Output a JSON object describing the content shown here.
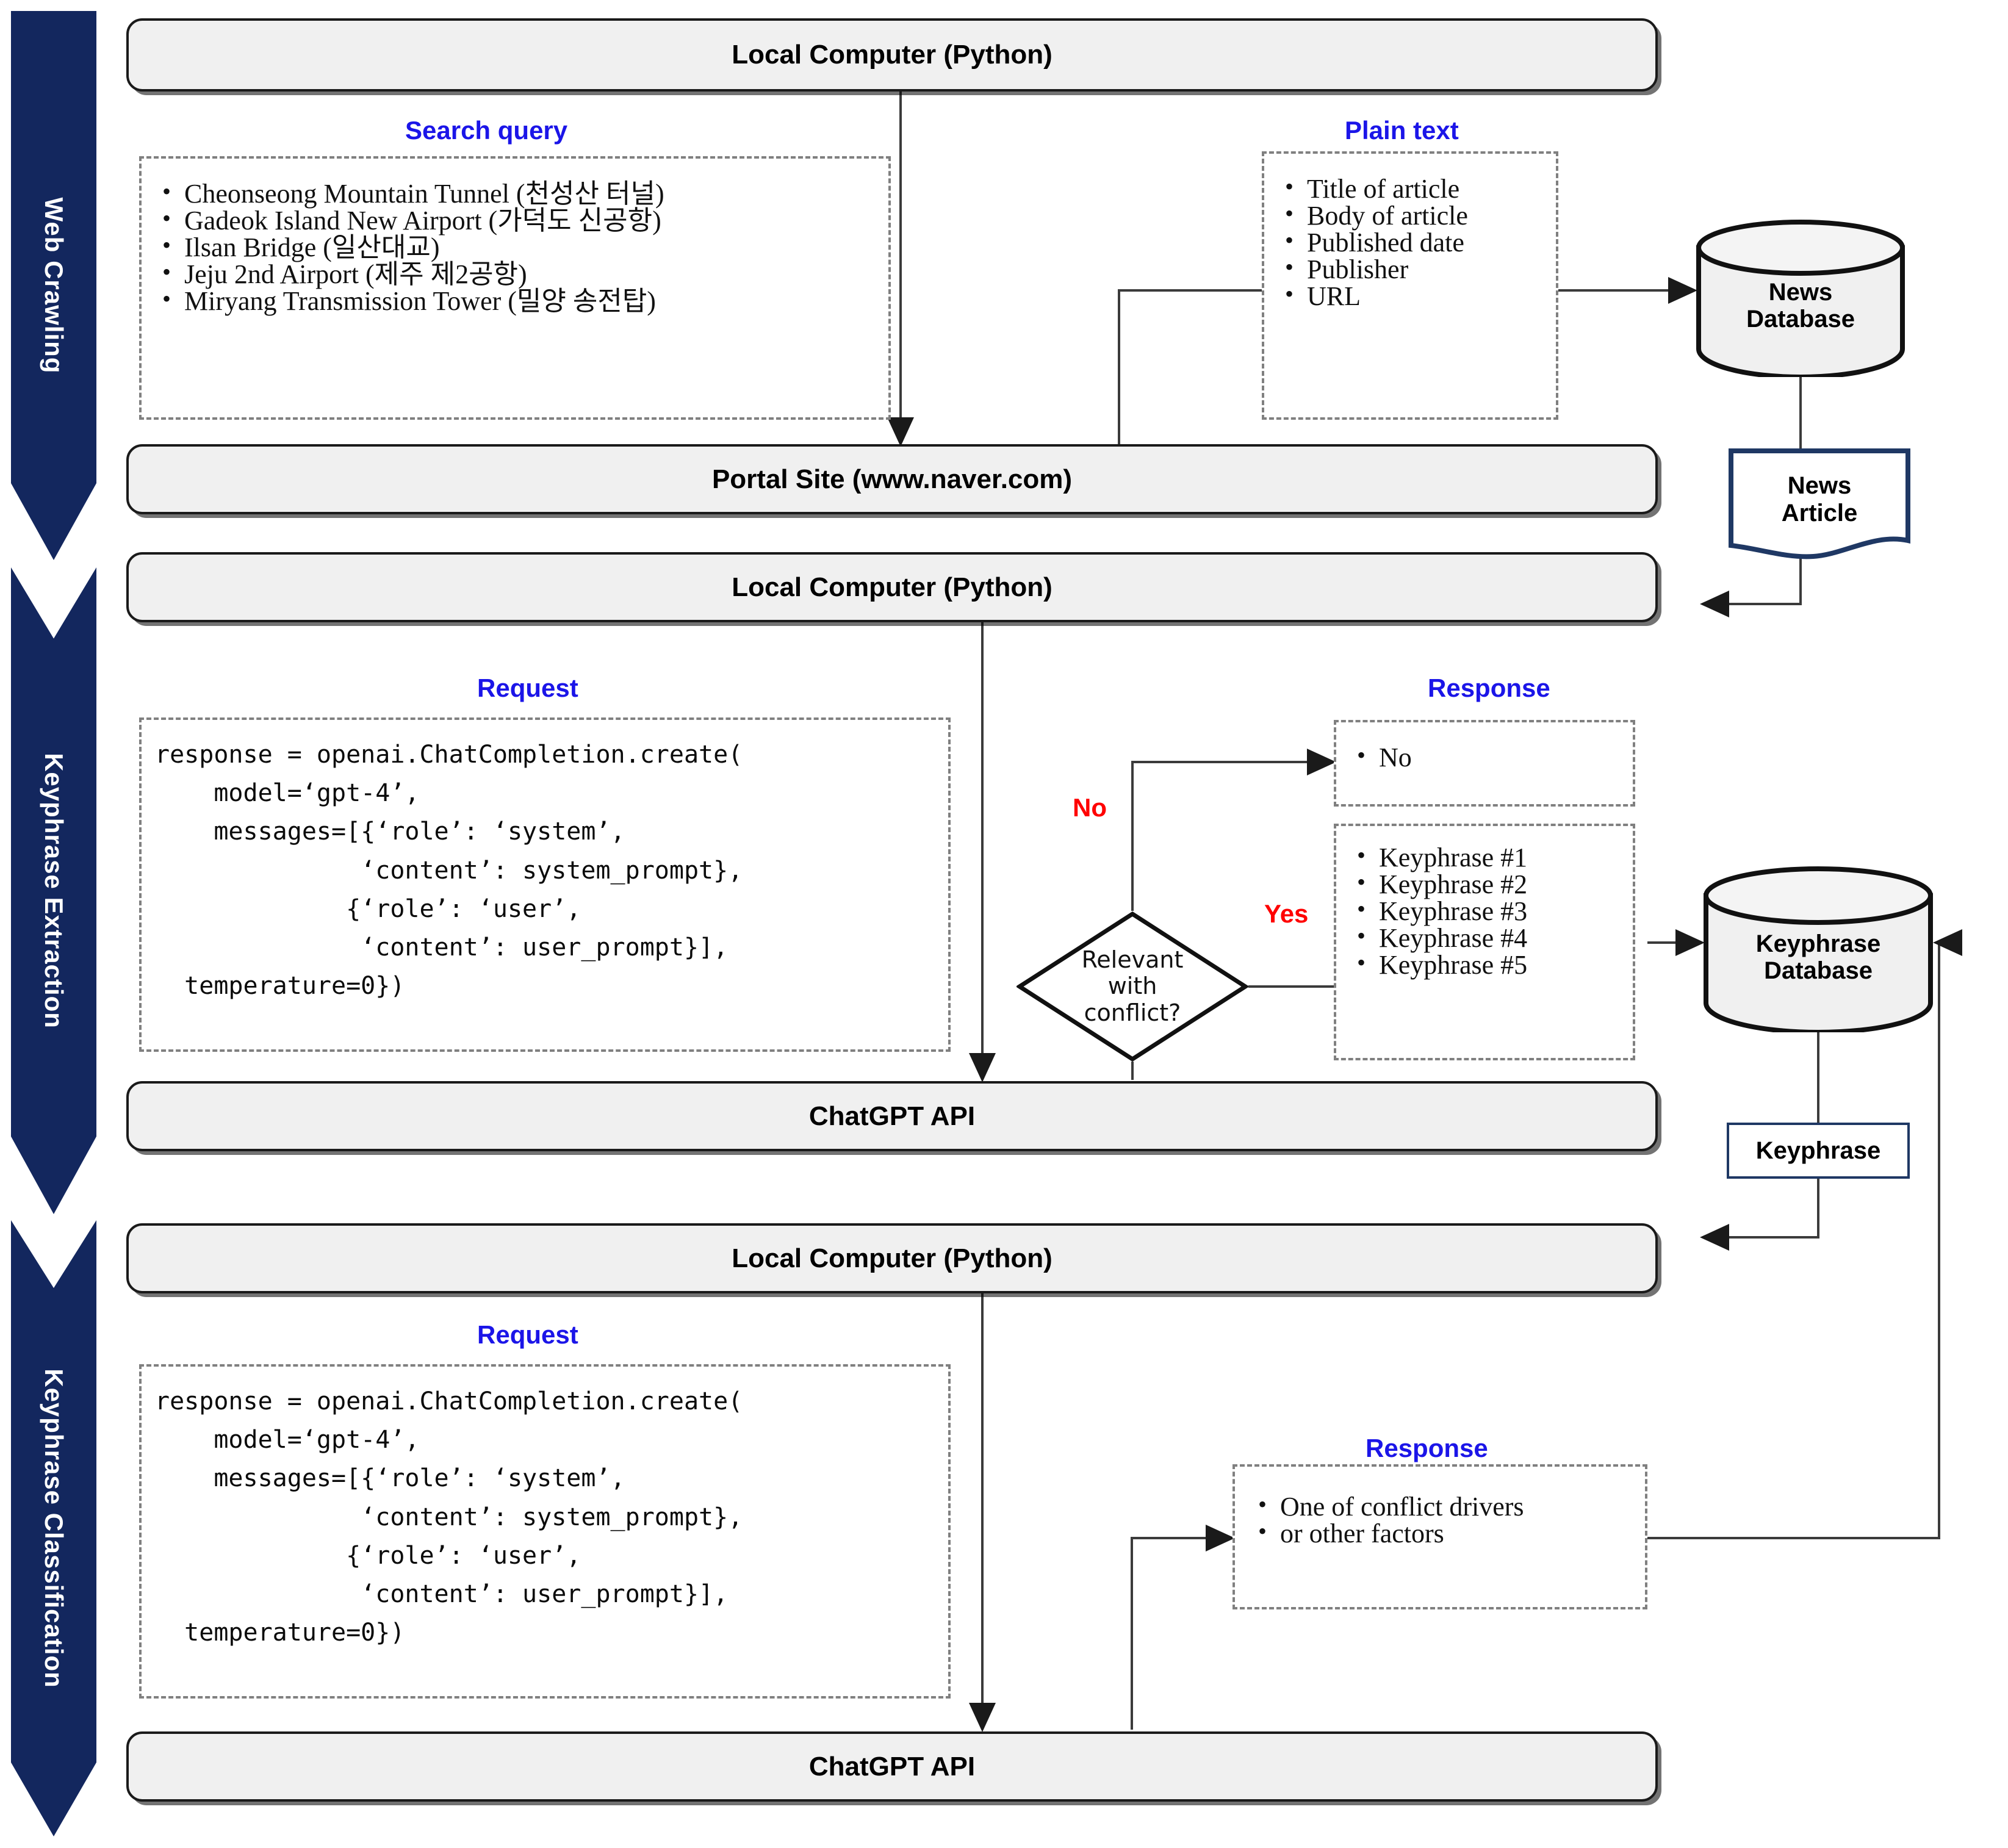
{
  "phases": [
    {
      "label": "Web Crawling"
    },
    {
      "label": "Keyphrase Extraction"
    },
    {
      "label": "Keyphrase Classification"
    }
  ],
  "nodes": {
    "local_computer_1": "Local Computer (Python)",
    "portal_site": "Portal Site (www.naver.com)",
    "local_computer_2": "Local Computer (Python)",
    "chatgpt_api_1": "ChatGPT API",
    "local_computer_3": "Local Computer (Python)",
    "chatgpt_api_2": "ChatGPT API",
    "news_database": "News\nDatabase",
    "news_database_line1": "News",
    "news_database_line2": "Database",
    "keyphrase_database_line1": "Keyphrase",
    "keyphrase_database_line2": "Database",
    "news_article_line1": "News",
    "news_article_line2": "Article",
    "keyphrase_artifact": "Keyphrase",
    "decision_line1": "Relevant",
    "decision_line2": "with",
    "decision_line3": "conflict?"
  },
  "captions": {
    "search_query": "Search query",
    "plain_text": "Plain text",
    "request_1": "Request",
    "response_1": "Response",
    "request_2": "Request",
    "response_2": "Response"
  },
  "decision_labels": {
    "no": "No",
    "yes": "Yes"
  },
  "search_query_items": [
    "Cheonseong Mountain Tunnel (천성산 터널)",
    "Gadeok Island New Airport (가덕도 신공항)",
    "Ilsan Bridge (일산대교)",
    "Jeju 2nd Airport (제주 제2공항)",
    "Miryang Transmission Tower (밀양 송전탑)"
  ],
  "plain_text_items": [
    "Title of article",
    "Body of article",
    "Published date",
    "Publisher",
    "URL"
  ],
  "response_no_items": [
    "No"
  ],
  "keyphrase_items": [
    "Keyphrase  #1",
    "Keyphrase  #2",
    "Keyphrase  #3",
    "Keyphrase  #4",
    "Keyphrase  #5"
  ],
  "classification_response_items": [
    "One of conflict drivers",
    "or other factors"
  ],
  "code_request_1": "response = openai.ChatCompletion.create(\n    model=‘gpt-4’,\n    messages=[{‘role’: ‘system’,\n              ‘content’: system_prompt},\n             {‘role’: ‘user’,\n              ‘content’: user_prompt}],\n  temperature=0})",
  "code_request_2": "response = openai.ChatCompletion.create(\n    model=‘gpt-4’,\n    messages=[{‘role’: ‘system’,\n              ‘content’: system_prompt},\n             {‘role’: ‘user’,\n              ‘content’: user_prompt}],\n  temperature=0})",
  "colors": {
    "phase_band": "#13275e",
    "caption_blue": "#1b15e8",
    "decision_red": "#ff0000",
    "artifact_border": "#1f3864",
    "box_fill": "#f0f0f0",
    "dash_border": "#808080"
  }
}
